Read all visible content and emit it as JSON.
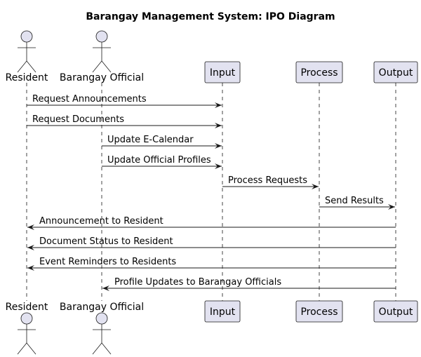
{
  "title": "Barangay Management System: IPO Diagram",
  "colors": {
    "participant_fill": "#E2E2F0",
    "stroke": "#181818",
    "text": "#000000",
    "background": "#FFFFFF"
  },
  "participants": [
    {
      "id": "resident",
      "label": "Resident",
      "kind": "actor"
    },
    {
      "id": "official",
      "label": "Barangay Official",
      "kind": "actor"
    },
    {
      "id": "input",
      "label": "Input",
      "kind": "box"
    },
    {
      "id": "process",
      "label": "Process",
      "kind": "box"
    },
    {
      "id": "output",
      "label": "Output",
      "kind": "box"
    }
  ],
  "messages": [
    {
      "from": "resident",
      "to": "input",
      "label": "Request Announcements"
    },
    {
      "from": "resident",
      "to": "input",
      "label": "Request Documents"
    },
    {
      "from": "official",
      "to": "input",
      "label": "Update E-Calendar"
    },
    {
      "from": "official",
      "to": "input",
      "label": "Update Official Profiles"
    },
    {
      "from": "input",
      "to": "process",
      "label": "Process Requests"
    },
    {
      "from": "process",
      "to": "output",
      "label": "Send Results"
    },
    {
      "from": "output",
      "to": "resident",
      "label": "Announcement to Resident"
    },
    {
      "from": "output",
      "to": "resident",
      "label": "Document Status to Resident"
    },
    {
      "from": "output",
      "to": "resident",
      "label": "Event Reminders to Residents"
    },
    {
      "from": "output",
      "to": "official",
      "label": "Profile Updates to Barangay Officials"
    }
  ]
}
